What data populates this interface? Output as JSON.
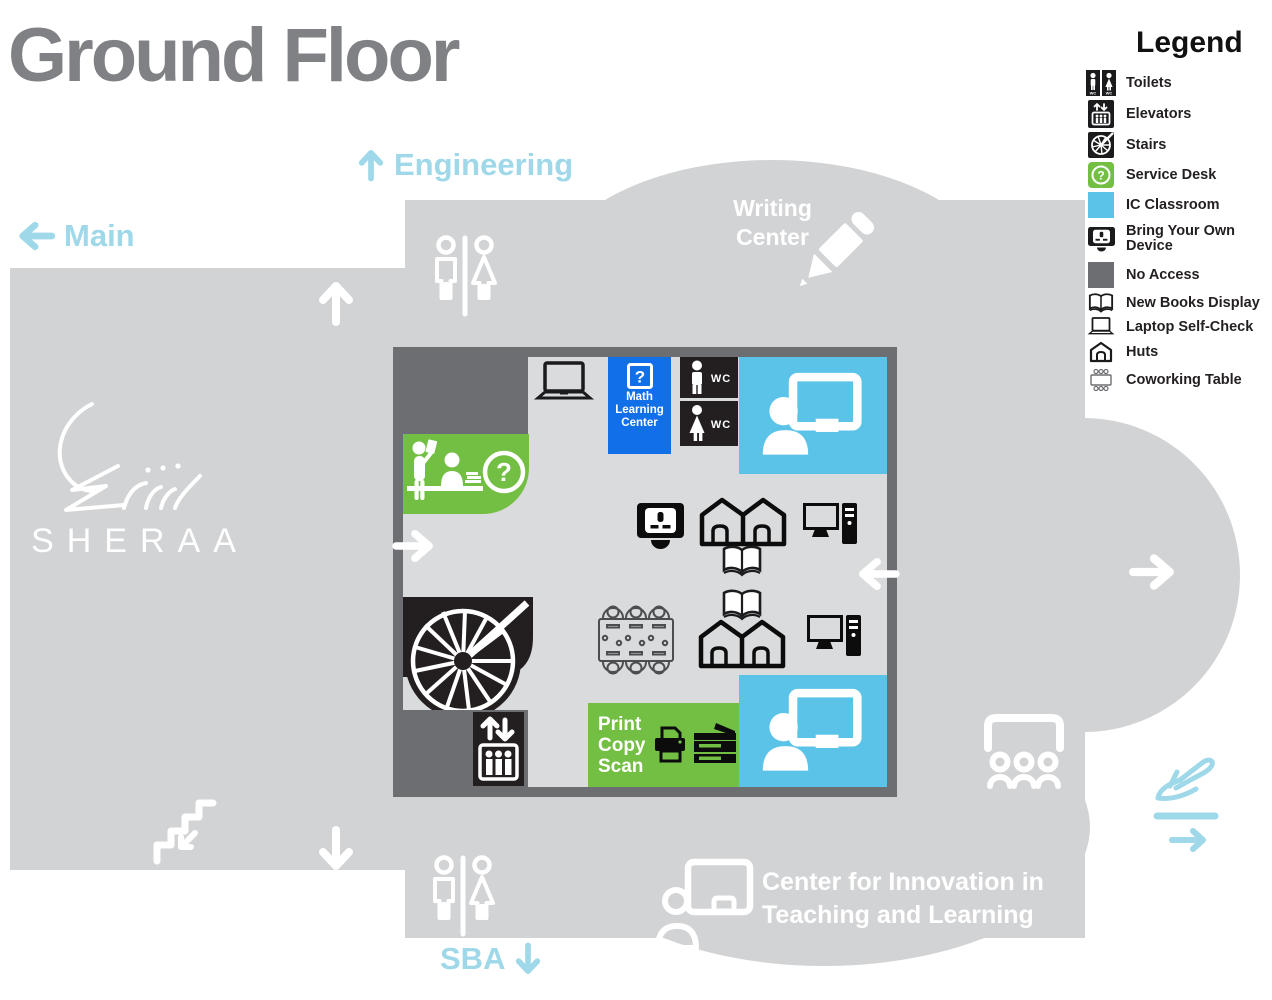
{
  "title": "Ground Floor",
  "legend": {
    "title": "Legend",
    "items": [
      {
        "label": "Toilets"
      },
      {
        "label": "Elevators"
      },
      {
        "label": "Stairs"
      },
      {
        "label": "Service Desk"
      },
      {
        "label": "IC Classroom"
      },
      {
        "label": "Bring Your Own Device"
      },
      {
        "label": "No Access"
      },
      {
        "label": "New Books Display"
      },
      {
        "label": "Laptop Self-Check"
      },
      {
        "label": "Huts"
      },
      {
        "label": "Coworking Table"
      }
    ]
  },
  "directions": {
    "engineering": "Engineering",
    "main": "Main",
    "sba": "SBA"
  },
  "map_labels": {
    "writing_center": "Writing Center",
    "citl_line1": "Center for Innovation in",
    "citl_line2": "Teaching and Learning",
    "sheraa": "SHERAA"
  },
  "rooms": {
    "math_learning_center": "Math Learning Center",
    "print_copy_scan": "Print Copy Scan",
    "wc": "WC"
  },
  "colors": {
    "title_gray": "#808184",
    "footprint_gray": "#d2d3d5",
    "wall_gray": "#6d6e71",
    "black": "#231f20",
    "green": "#73bf44",
    "math_blue": "#1170e8",
    "ic_classroom_blue": "#5cc3e8",
    "direction_blue": "#9ed8e9",
    "white": "#ffffff"
  }
}
